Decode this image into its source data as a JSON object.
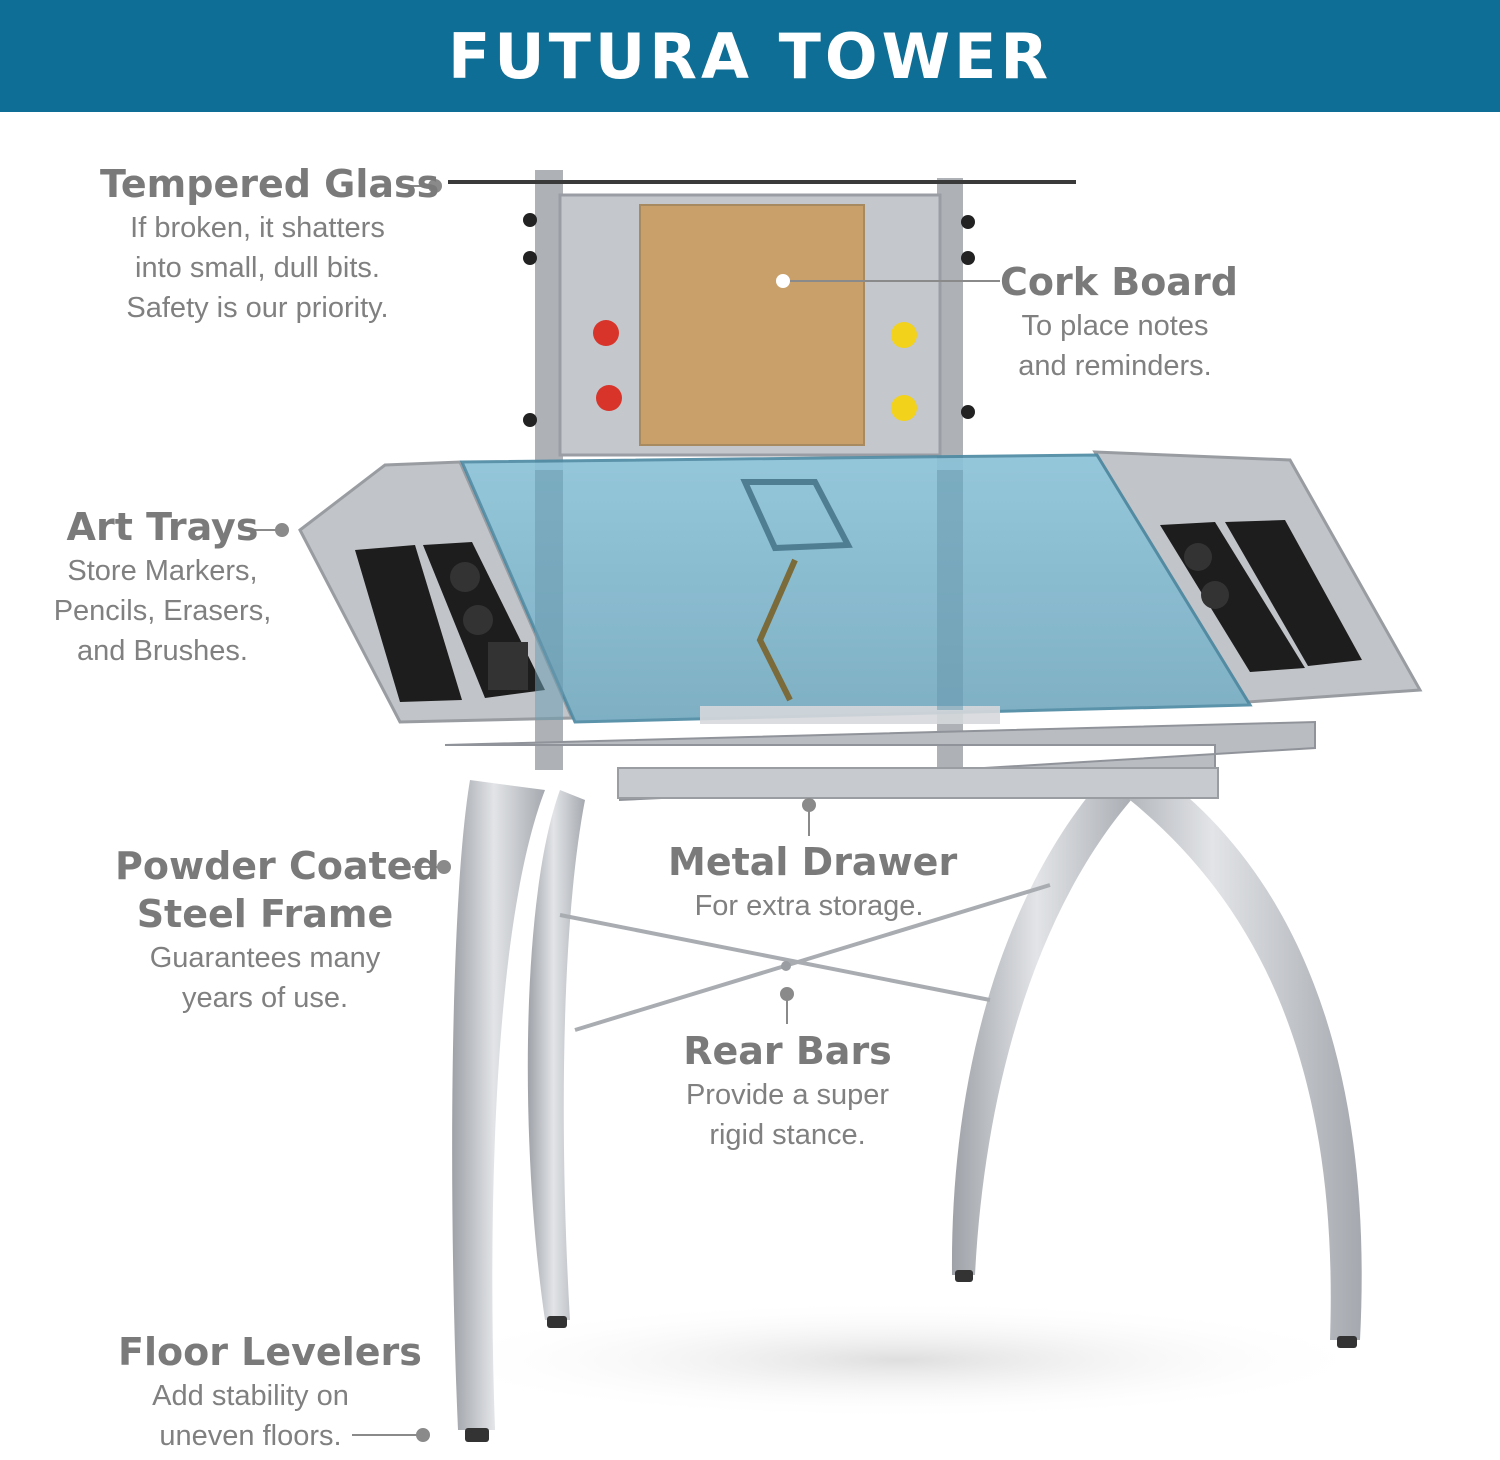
{
  "banner": {
    "title": "FUTURA TOWER",
    "color": "#0e6e95"
  },
  "callouts": {
    "tempered_glass": {
      "title": "Tempered Glass",
      "lines": [
        "If broken, it shatters",
        "into small, dull bits.",
        "Safety is our priority."
      ]
    },
    "cork_board": {
      "title": "Cork Board",
      "lines": [
        "To place notes",
        "and reminders."
      ]
    },
    "art_trays": {
      "title": "Art Trays",
      "lines": [
        "Store Markers,",
        "Pencils, Erasers,",
        "and Brushes."
      ]
    },
    "powder_coated": {
      "title_lines": [
        "Powder Coated",
        "Steel Frame"
      ],
      "lines": [
        "Guarantees many",
        "years of use."
      ]
    },
    "metal_drawer": {
      "title": "Metal Drawer",
      "lines": [
        "For extra storage."
      ]
    },
    "rear_bars": {
      "title": "Rear Bars",
      "lines": [
        "Provide a super",
        "rigid stance."
      ]
    },
    "floor_levelers": {
      "title": "Floor Levelers",
      "lines": [
        "Add stability on",
        "uneven floors."
      ]
    }
  },
  "colors": {
    "frame": "#b8bcc2",
    "glass": "#7fb6cc",
    "cork": "#c9a06a",
    "magnet_red": "#d8342a",
    "magnet_yellow": "#f2d21a",
    "text": "#7a7a7a"
  }
}
